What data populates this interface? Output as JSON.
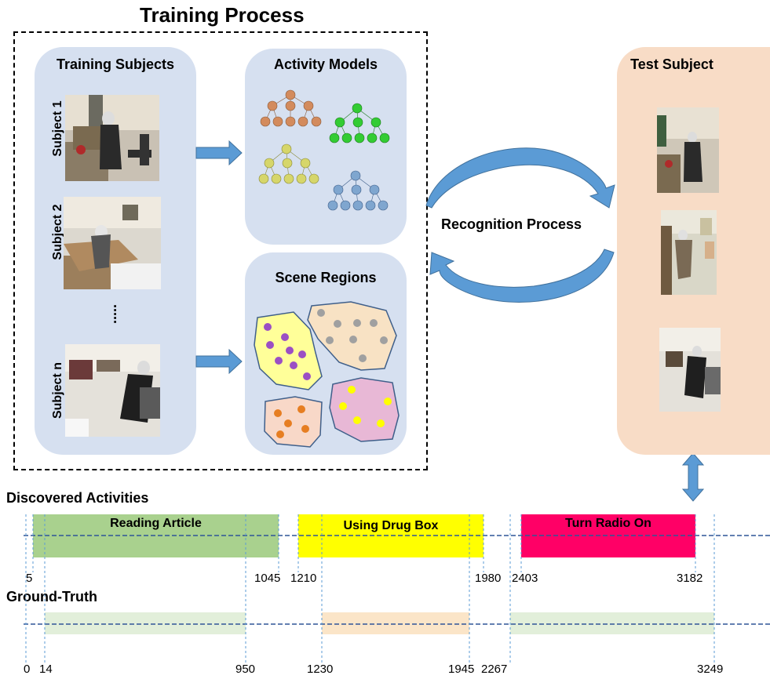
{
  "title": "Training Process",
  "training_subjects": {
    "title": "Training Subjects",
    "subjects": [
      "Subject 1",
      "Subject 2",
      "Subject n"
    ],
    "ellipsis": "....."
  },
  "activity_models": {
    "title": "Activity Models"
  },
  "scene_regions": {
    "title": "Scene Regions"
  },
  "test_subject": {
    "title": "Test Subject"
  },
  "recognition": {
    "label": "Recognition Process"
  },
  "discovered": {
    "label": "Discovered Activities",
    "activities": [
      {
        "name": "Reading Article",
        "start": "5",
        "end": "1045",
        "color": "#a9d18e"
      },
      {
        "name": "Using Drug Box",
        "start": "1210",
        "end": "1980",
        "color": "#ffff00"
      },
      {
        "name": "Turn Radio On",
        "start": "2403",
        "end": "3182",
        "color": "#ff0066"
      }
    ]
  },
  "ground_truth": {
    "label": "Ground-Truth",
    "ticks": [
      "0",
      "14",
      "950",
      "1230",
      "1945",
      "2267",
      "3249"
    ],
    "colors": [
      "#e2efda",
      "#fbe5c8",
      "#e2efda"
    ]
  },
  "colors": {
    "panel_blue": "#d6e0f0",
    "panel_peach": "#f8dcc6",
    "arrow": "#5b9bd5",
    "timeline": "#2f5597"
  }
}
